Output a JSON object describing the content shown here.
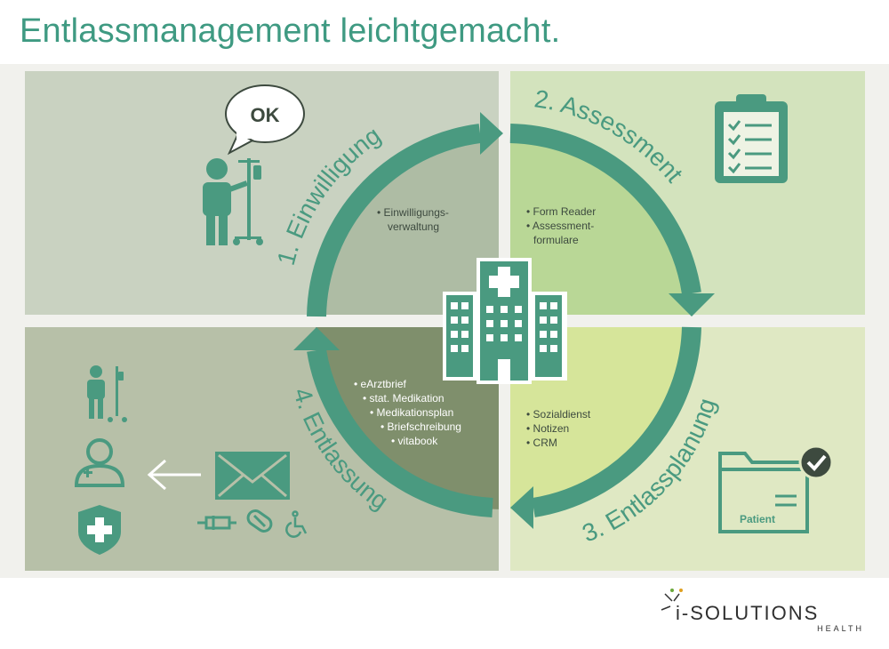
{
  "title": "Entlassmanagement leichtgemacht.",
  "speech_bubble": "OK",
  "steps": [
    {
      "label": "1. Einwilligung"
    },
    {
      "label": "2. Assessment"
    },
    {
      "label": "3. Entlassplanung"
    },
    {
      "label": "4. Entlassung"
    }
  ],
  "bullets": {
    "einwilligung": [
      "• Einwilligungs-",
      "verwaltung"
    ],
    "assessment": [
      "• Form Reader",
      "• Assessment-",
      "formulare"
    ],
    "entlassplanung": [
      "• Sozialdienst",
      "• Notizen",
      "• CRM"
    ],
    "entlassung": [
      "• eArztbrief",
      "• stat. Medikation",
      "• Medikationsplan",
      "• Briefschreibung",
      "• vitabook"
    ]
  },
  "folder_label": "Patient",
  "logo": {
    "main": "i-SOLUTIONS",
    "sub": "HEALTH"
  },
  "colors": {
    "accent": "#4a9a80",
    "title": "#3f9a82"
  },
  "icons": [
    "patient-iv-icon",
    "hospital-icon",
    "clipboard-checklist-icon",
    "patient-folder-icon",
    "envelope-icon",
    "syringe-icon",
    "pill-icon",
    "wheelchair-icon",
    "doctor-icon",
    "health-shield-icon",
    "arrow-left-icon"
  ]
}
